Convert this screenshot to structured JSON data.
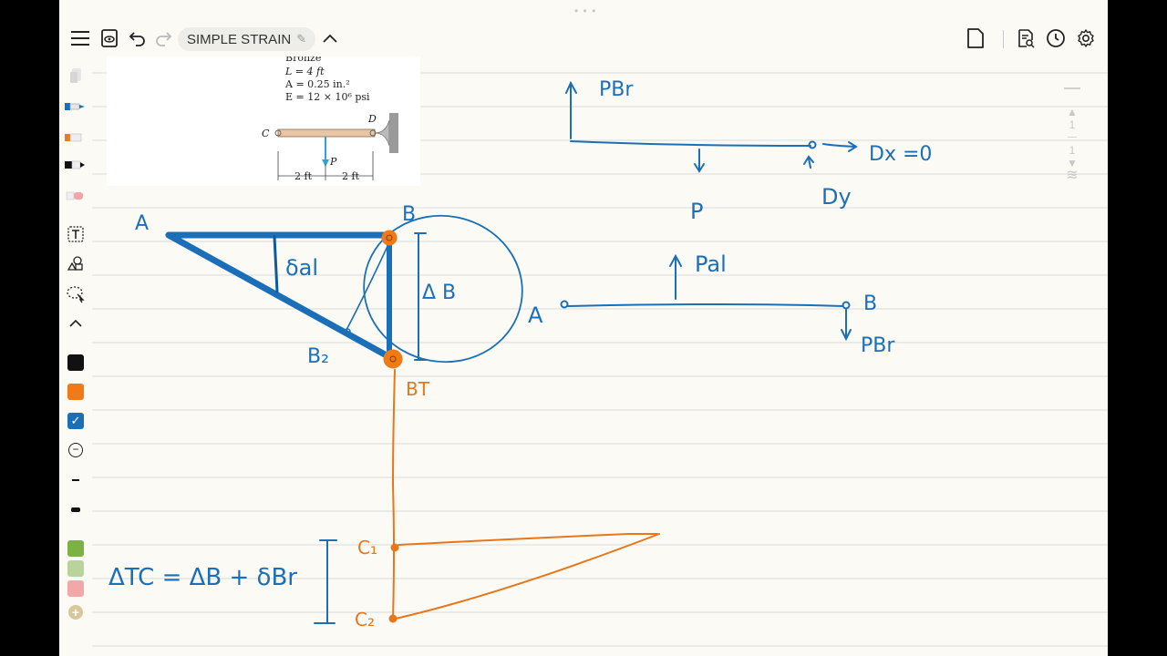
{
  "topbar": {
    "title": "SIMPLE STRAIN",
    "menu_icon": "menu-icon",
    "preview_icon": "eye-preview-icon",
    "undo_icon": "undo-icon",
    "redo_icon": "redo-icon",
    "collapse_icon": "chevron-up-icon",
    "page_icon": "blank-page-icon",
    "search_doc_icon": "document-search-icon",
    "history_icon": "clock-icon",
    "settings_icon": "gear-icon"
  },
  "toolbar": {
    "colors": [
      "#111111",
      "#f07a15",
      "#1b6fb8"
    ],
    "highlighters": [
      "#7bb243",
      "#b9d49a",
      "#f0a8a8"
    ],
    "selected_color_check": "✓",
    "minus_symbol": "−",
    "plus_symbol": "+"
  },
  "pager": {
    "current": "1",
    "total": "1"
  },
  "figure": {
    "label_bronze": "Bronze",
    "label_L": "L = 4 ft",
    "label_A": "A = 0.25 in.²",
    "label_E": "E = 12 × 10⁶ psi",
    "label_C": "C",
    "label_D": "D",
    "label_P": "P",
    "dim_left": "2 ft",
    "dim_right": "2 ft"
  },
  "handwriting": {
    "pbr_top": "PBr",
    "p_label": "P",
    "dx_eq": "Dx =0",
    "dy": "Dy",
    "pal": "Pal",
    "a_right": "A",
    "b_right": "B",
    "pbr_right": "PBr",
    "a_left": "A",
    "b_left": "B",
    "dal": "δal",
    "delta_b": "Δ B",
    "b2": "B₂",
    "bt": "BT",
    "c1": "C₁",
    "c2": "C₂",
    "equation": "ΔTC = ΔB + δBr"
  },
  "ink": {
    "blue": "#1b6fb8",
    "orange": "#e8761a",
    "dark_blue": "#0f5a9c"
  }
}
